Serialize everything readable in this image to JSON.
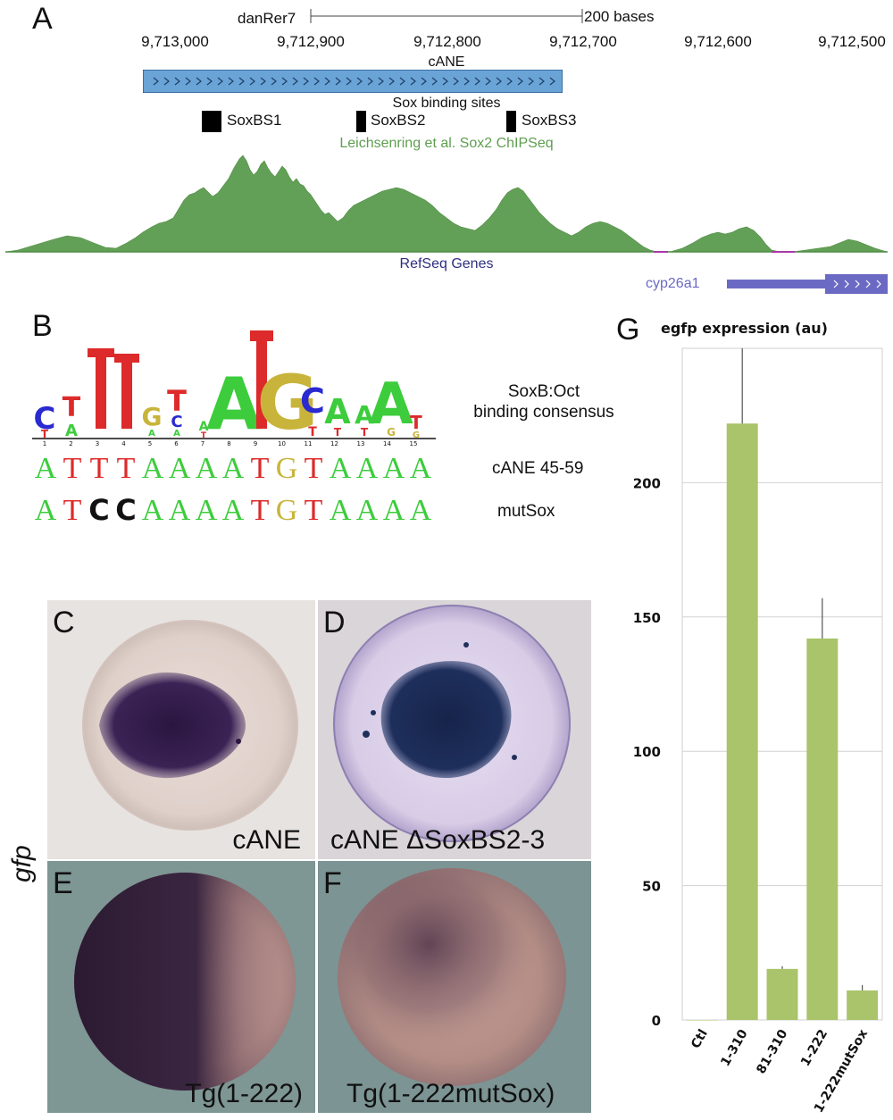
{
  "panel_a": {
    "letter": "A",
    "assembly": "danRer7",
    "scale_label": "200 bases",
    "coordinates": [
      "9,713,000",
      "9,712,900",
      "9,712,800",
      "9,712,700",
      "9,712,600",
      "9,712,500"
    ],
    "cane_label": "cANE",
    "sox_track_title": "Sox binding sites",
    "sox_sites": [
      "SoxBS1",
      "SoxBS2",
      "SoxBS3"
    ],
    "chipseq_title": "Leichsenring et al. Sox2 ChIPSeq",
    "refseq_title": "RefSeq Genes",
    "gene_name": "cyp26a1",
    "colors": {
      "cane_bar": "#5b9bd5",
      "chipseq": "#5e9e4f",
      "refseq": "#5b5ba8",
      "gene": "#6a6ac4"
    }
  },
  "panel_b": {
    "letter": "B",
    "logo_positions": [
      "1",
      "2",
      "3",
      "4",
      "5",
      "6",
      "7",
      "8",
      "9",
      "10",
      "11",
      "12",
      "13",
      "14",
      "15"
    ],
    "consensus_label_line1": "SoxB:Oct",
    "consensus_label_line2": "binding consensus",
    "rows": [
      {
        "label": "cANE 45-59",
        "letters": [
          "A",
          "T",
          "T",
          "T",
          "A",
          "A",
          "A",
          "A",
          "T",
          "G",
          "T",
          "A",
          "A",
          "A",
          "A"
        ],
        "mutated": []
      },
      {
        "label": "mutSox",
        "letters": [
          "A",
          "T",
          "C",
          "C",
          "A",
          "A",
          "A",
          "A",
          "T",
          "G",
          "T",
          "A",
          "A",
          "A",
          "A"
        ],
        "mutated": [
          2,
          3
        ]
      }
    ],
    "colors": {
      "A": "#3ccc3c",
      "T": "#dd2a2a",
      "G": "#c8b43a",
      "C": "#2a2ad0",
      "mut": "#111111"
    }
  },
  "panels_photos": {
    "gfp_label": "gfp",
    "C": {
      "letter": "C",
      "caption": "cANE"
    },
    "D": {
      "letter": "D",
      "caption": "cANE ΔSoxBS2-3"
    },
    "E": {
      "letter": "E",
      "caption": "Tg(1-222)"
    },
    "F": {
      "letter": "F",
      "caption": "Tg(1-222mutSox)"
    }
  },
  "panel_g": {
    "letter": "G",
    "chart_data": {
      "type": "bar",
      "title": "egfp expression (au)",
      "categories": [
        "Ctl",
        "1-310",
        "81-310",
        "1-222",
        "1-222mutSox"
      ],
      "values": [
        0,
        222,
        19,
        142,
        11
      ],
      "errors": [
        0,
        28,
        1,
        15,
        2
      ],
      "ylim": [
        0,
        250
      ],
      "yticks": [
        0,
        50,
        100,
        150,
        200
      ],
      "xlabel": "",
      "ylabel": "",
      "grid": true,
      "bar_color": "#a9c46a"
    }
  }
}
